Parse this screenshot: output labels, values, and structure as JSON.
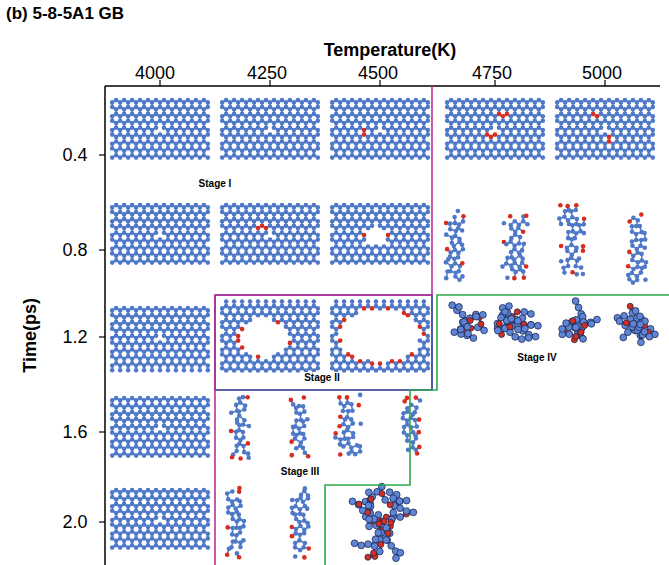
{
  "diagram": {
    "title": "(b) 5-8-5A1 GB",
    "labels": [
      "Temperature(K)",
      "4000",
      "4250",
      "4500",
      "4750",
      "5000",
      "Time(ps)",
      "0.4",
      "0.8",
      "1.2",
      "1.6",
      "2.0",
      "Stage I",
      "Stage II",
      "Stage III",
      "Stage IV"
    ]
  }
}
